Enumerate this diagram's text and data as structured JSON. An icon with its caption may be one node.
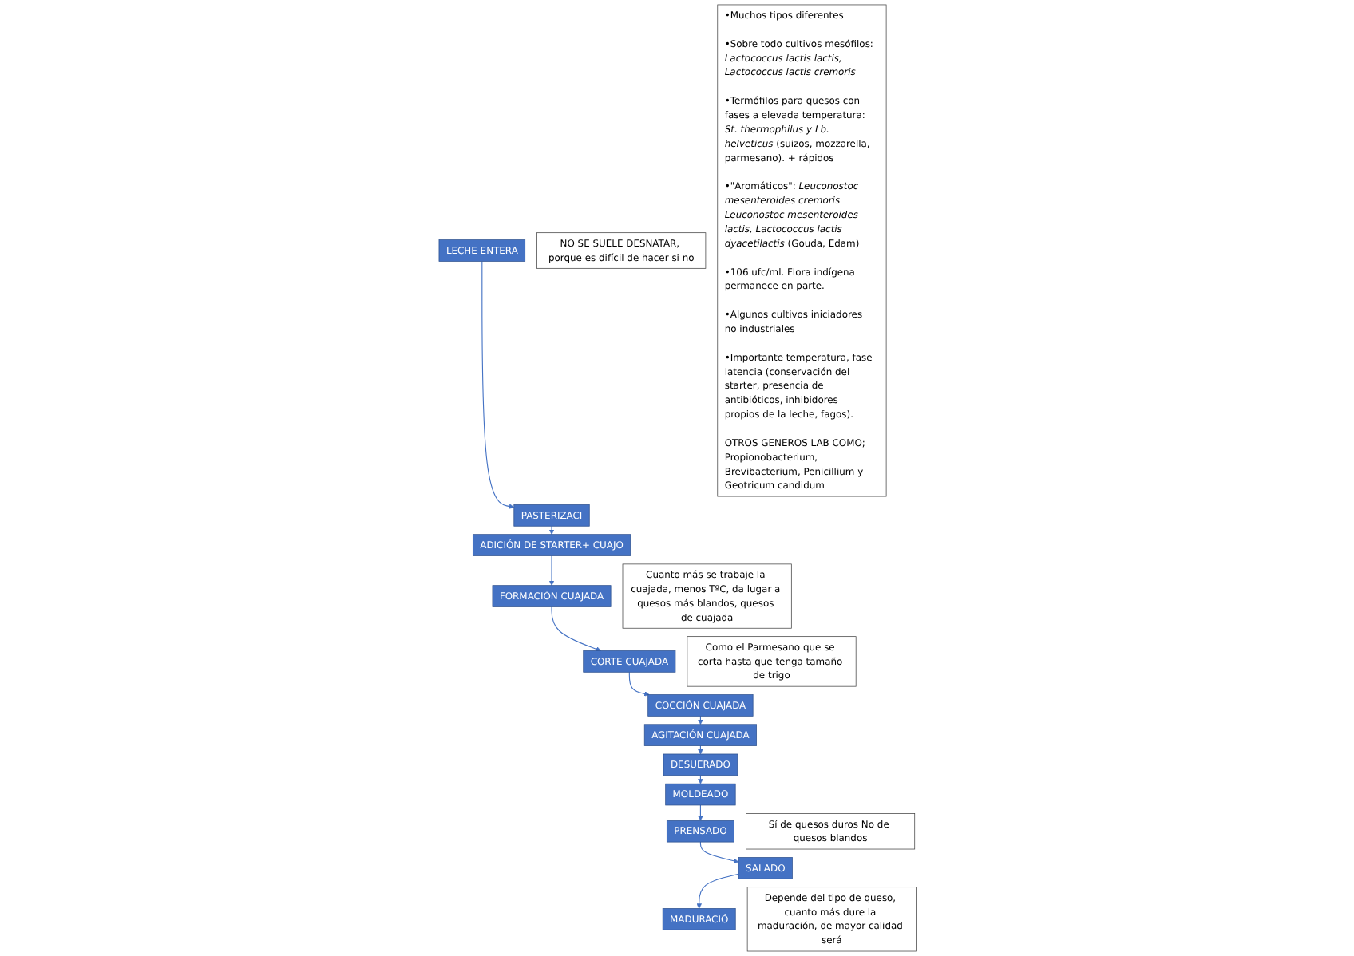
{
  "diagram": {
    "nodes": [
      {
        "text": [
          "LECHE ENTERA"
        ]
      },
      {
        "text": [
          "NO SE SUELE DESNATAR, porque es difícil de hacer si no"
        ]
      },
      {
        "text": [
          "PASTERIZACI"
        ]
      },
      {
        "text": [
          "ADICIÓN DE STARTER+ CUAJO"
        ]
      },
      {
        "text": [
          "FORMACIÓN CUAJADA"
        ]
      },
      {
        "text": [
          "Cuanto más se trabaje la cuajada, menos TºC, da lugar a quesos más blandos, quesos de cuajada"
        ]
      },
      {
        "text": [
          "CORTE CUAJADA"
        ]
      },
      {
        "text": [
          "Como el Parmesano que se corta hasta que tenga tamaño de trigo"
        ]
      },
      {
        "text": [
          "COCCIÓN CUAJADA"
        ]
      },
      {
        "text": [
          "AGITACIÓN CUAJADA"
        ]
      },
      {
        "text": [
          "DESUERADO"
        ]
      },
      {
        "text": [
          "MOLDEADO"
        ]
      },
      {
        "text": [
          "PRENSADO"
        ]
      },
      {
        "text": [
          "Sí de quesos duros No de quesos blandos"
        ]
      },
      {
        "text": [
          "SALADO"
        ]
      },
      {
        "text": [
          "MADURACIÓ"
        ]
      },
      {
        "text": [
          "Depende del tipo de queso, cuanto más dure la maduración, de mayor calidad será"
        ]
      },
      {
        "text": [
          "•Muchos tipos diferentes",
          "•Sobre todo cultivos mesófilos: *Lactococcus lactis lactis, Lactococcus lactis cremoris*",
          "•Termófilos para quesos con fases a elevada temperatura: *St. thermophilus y Lb. helveticus* (suizos, mozzarella, parmesano). + rápidos",
          "•\"Aromáticos\": *Leuconostoc mesenteroides cremoris Leuconostoc mesenteroides lactis, Lactococcus lactis dyacetilactis* (Gouda, Edam)",
          "•106 ufc/ml. Flora indígena permanece en parte.",
          "•Algunos cultivos iniciadores no industriales",
          "•Importante temperatura, fase latencia (conservación del starter, presencia de antibióticos, inhibidores propios de la leche, fagos).",
          "OTROS GENEROS LAB COMO; Propionobacterium, Brevibacterium, Penicillium y Geotricum candidum"
        ]
      }
    ],
    "edges": [
      {
        "from": 0,
        "to": 2,
        "arrow": "to"
      },
      {
        "from": 2,
        "to": 3,
        "arrow": "to"
      },
      {
        "from": 3,
        "to": 4,
        "arrow": "to"
      },
      {
        "from": 4,
        "to": 6,
        "arrow": "to"
      },
      {
        "from": 6,
        "to": 8,
        "arrow": "to"
      },
      {
        "from": 8,
        "to": 9,
        "arrow": "to"
      },
      {
        "from": 9,
        "to": 10,
        "arrow": "to"
      },
      {
        "from": 10,
        "to": 11,
        "arrow": "to"
      },
      {
        "from": 11,
        "to": 12,
        "arrow": "to"
      },
      {
        "from": 12,
        "to": 14,
        "arrow": "to"
      },
      {
        "from": 14,
        "to": 15,
        "arrow": "to"
      }
    ]
  }
}
